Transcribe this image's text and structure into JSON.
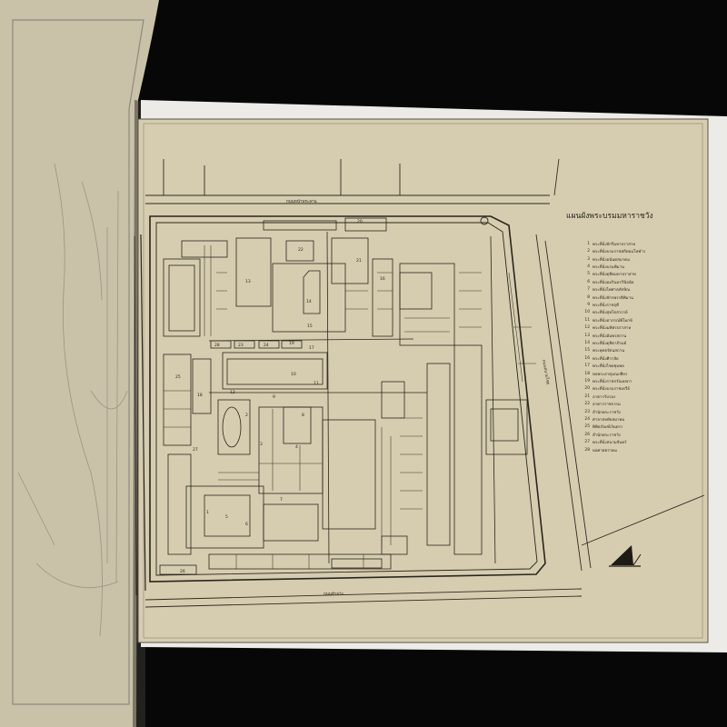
{
  "map": {
    "title": "แผนผังพระบรมมหาราชวัง",
    "roads": {
      "north": "ถนนหน้าพระลาน",
      "south": "ถนนท้ายวัง",
      "east": "ถนนสนามไชย"
    },
    "building_numbers": [
      "1",
      "2",
      "3",
      "4",
      "5",
      "6",
      "7",
      "8",
      "9",
      "10",
      "11",
      "12",
      "13",
      "14",
      "15",
      "16",
      "17",
      "18",
      "19",
      "20",
      "21",
      "22",
      "23",
      "24",
      "25",
      "26",
      "27",
      "28"
    ],
    "legend": [
      {
        "num": "1",
        "text": "พระที่นั่งจักรีมหาปราสาท"
      },
      {
        "num": "2",
        "text": "พระที่นั่งบรมราชสถิตยมโหฬาร"
      },
      {
        "num": "3",
        "text": "พระที่นั่งอนันตสมาคม"
      },
      {
        "num": "4",
        "text": "พระที่นั่งบรมพิมาน"
      },
      {
        "num": "5",
        "text": "พระที่นั่งดุสิตมหาปราสาท"
      },
      {
        "num": "6",
        "text": "พระที่นั่งอมรินทรวินิจฉัย"
      },
      {
        "num": "7",
        "text": "พระที่นั่งไพศาลทักษิณ"
      },
      {
        "num": "8",
        "text": "พระที่นั่งจักรพรรดิพิมาน"
      },
      {
        "num": "9",
        "text": "พระที่นั่งราชฤดี"
      },
      {
        "num": "10",
        "text": "พระที่นั่งสุทไธสวรรย์"
      },
      {
        "num": "11",
        "text": "พระที่นั่งอาภรณ์พิโมกข์"
      },
      {
        "num": "12",
        "text": "พระที่นั่งมหิศรปราสาท"
      },
      {
        "num": "13",
        "text": "พระที่นั่งอัมพรสถาน"
      },
      {
        "num": "14",
        "text": "พระที่นั่งดุสิดาภิรมย์"
      },
      {
        "num": "15",
        "text": "พระพุทธรัตนสถาน"
      },
      {
        "num": "16",
        "text": "พระที่นั่งศิวาลัย"
      },
      {
        "num": "17",
        "text": "พระที่นั่งไชยชุมพล"
      },
      {
        "num": "18",
        "text": "หอพระธาตุมณเฑียร"
      },
      {
        "num": "19",
        "text": "พระที่นั่งราชกรัณยสภา"
      },
      {
        "num": "20",
        "text": "พระที่นั่งบรมราชเทวีย์"
      },
      {
        "num": "21",
        "text": "อาคารรับรอง"
      },
      {
        "num": "22",
        "text": "อาคารราชกรรม"
      },
      {
        "num": "23",
        "text": "สำนักพระราชวัง"
      },
      {
        "num": "24",
        "text": "ศาลาสหทัยสมาคม"
      },
      {
        "num": "25",
        "text": "พิพิธภัณฑ์เงินตรา"
      },
      {
        "num": "26",
        "text": "สำนักพระราชวัง"
      },
      {
        "num": "27",
        "text": "พระที่นั่งสนามจันทร์"
      },
      {
        "num": "28",
        "text": "หอศาสตราคม"
      }
    ]
  },
  "colors": {
    "background": "#070707",
    "left_page": "#c9c2a8",
    "right_page": "#ecebe7",
    "map_paper": "#d6cdb0",
    "ink": "#2a251d"
  }
}
